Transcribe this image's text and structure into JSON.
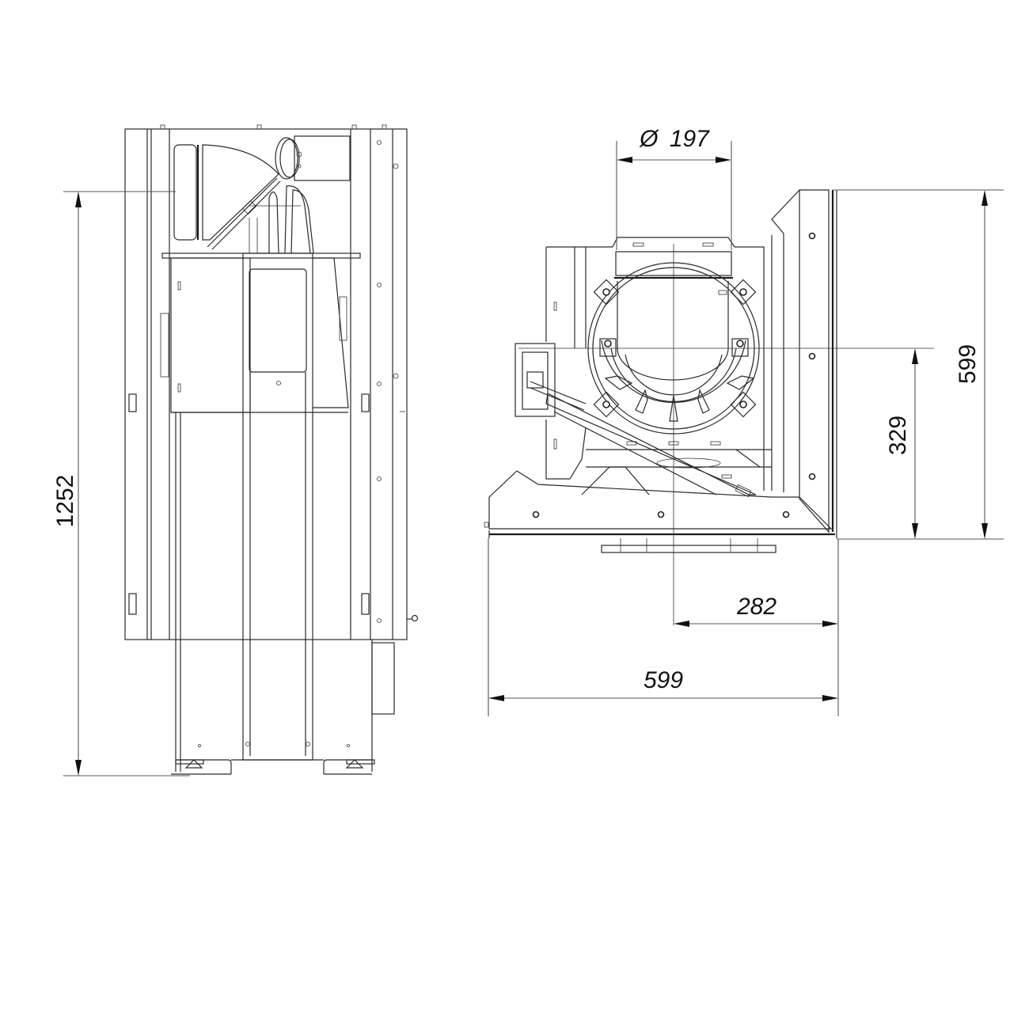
{
  "drawing": {
    "views": [
      {
        "name": "side-view",
        "label": ""
      },
      {
        "name": "front-view",
        "label": ""
      }
    ],
    "dimensions": {
      "side_height": "1252",
      "flue_diameter_symbol": "Ø",
      "flue_diameter_value": "197",
      "front_total_height": "599",
      "front_center_height": "329",
      "front_center_offset": "282",
      "front_total_width": "599"
    },
    "colors": {
      "line": "#2a2a2a",
      "dimension_line": "#555555",
      "background": "#ffffff"
    }
  }
}
